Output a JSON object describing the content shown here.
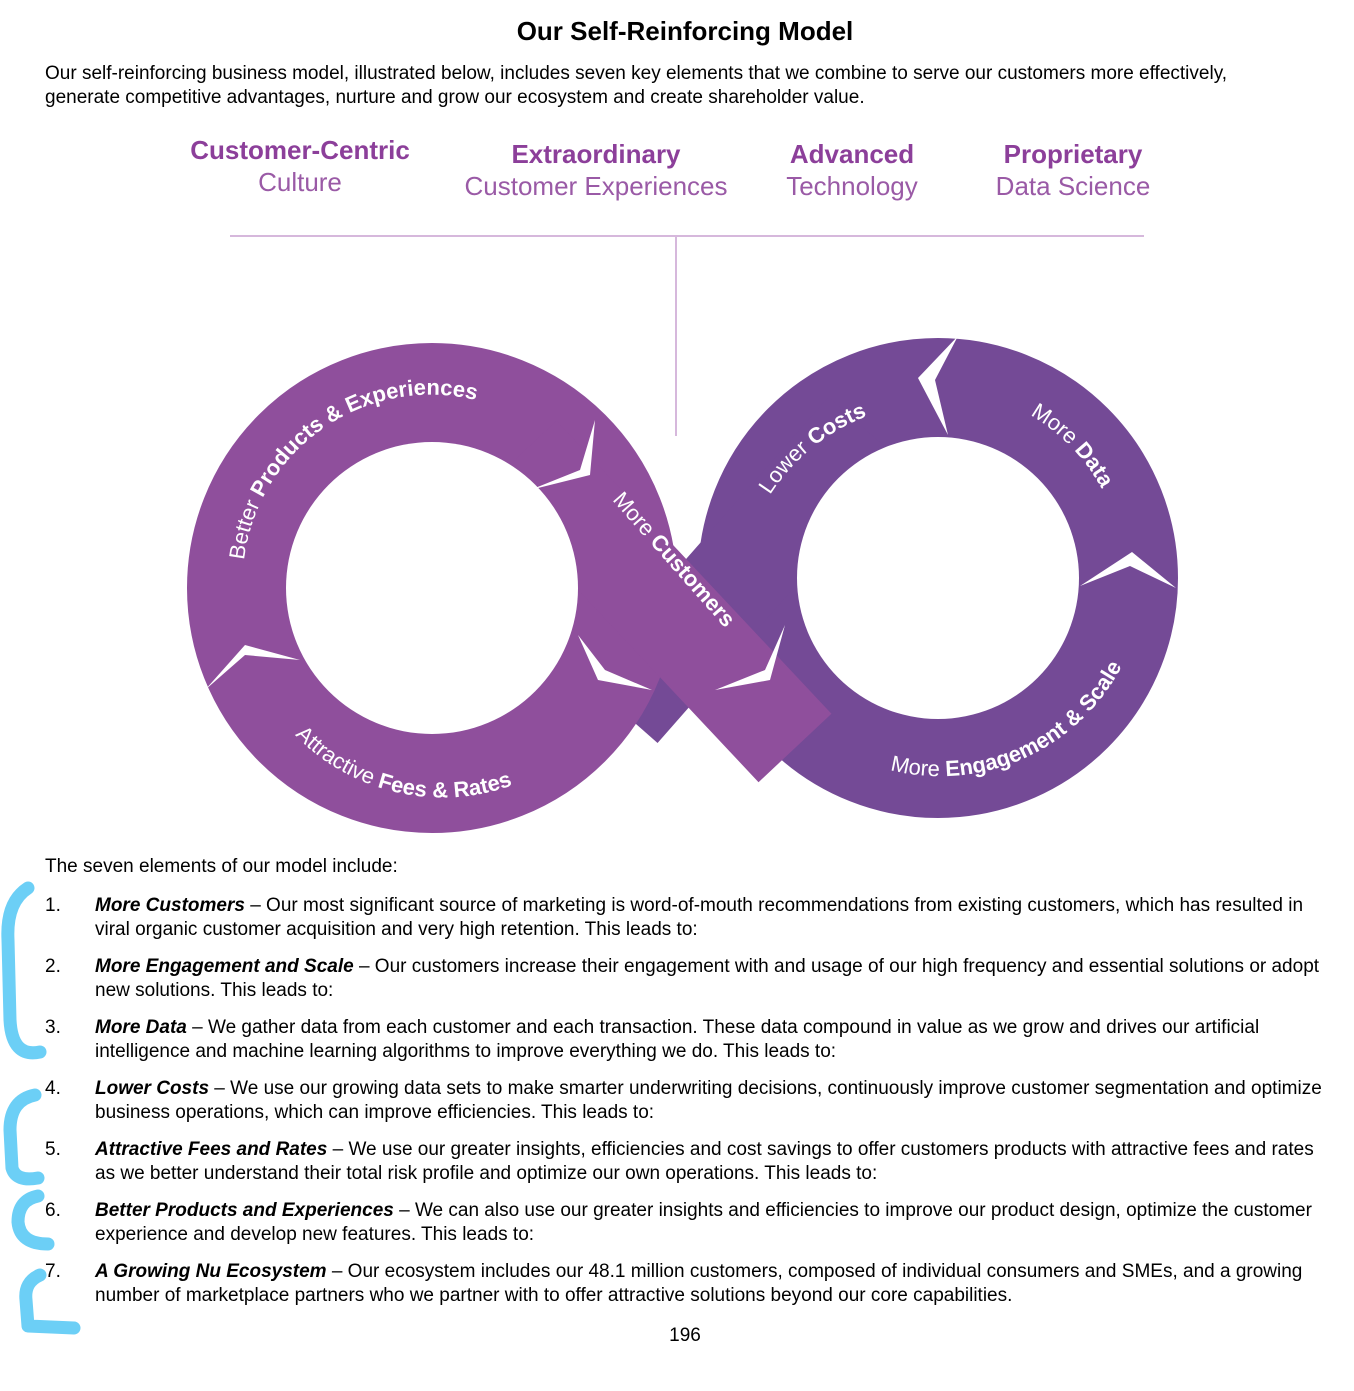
{
  "document": {
    "title": "Our Self-Reinforcing Model",
    "intro": "Our self-reinforcing business model, illustrated below, includes seven key elements that we combine to serve our customers more effectively, generate competitive advantages, nurture and grow our ecosystem and create shareholder value.",
    "list_lead": "The seven elements of our model include:",
    "page_number": "196"
  },
  "pillars": [
    {
      "bold": "Customer-Centric",
      "light": "Culture"
    },
    {
      "bold": "Extraordinary",
      "light": "Customer Experiences"
    },
    {
      "bold": "Advanced",
      "light": "Technology"
    },
    {
      "bold": "Proprietary",
      "light": "Data Science"
    }
  ],
  "diagram": {
    "segments": [
      {
        "pre": "More ",
        "bold": "Customers"
      },
      {
        "pre": "More ",
        "bold": "Engagement & Scale"
      },
      {
        "pre": "More ",
        "bold": "Data"
      },
      {
        "pre": "Lower ",
        "bold": "Costs"
      },
      {
        "pre": "Attractive ",
        "bold": "Fees & Rates"
      },
      {
        "pre": "Better ",
        "bold": "Products & Experiences"
      }
    ],
    "colors": {
      "left_loop": "#8f4f9c",
      "right_loop": "#744a96",
      "pillar_text": "#8c3f9a",
      "connector": "#d6b8dc"
    }
  },
  "elements": [
    {
      "num": "1.",
      "term": "More Customers",
      "text": " – Our most significant source of marketing is word-of-mouth recommendations from existing customers, which has resulted in viral organic customer acquisition and very high retention. This leads to:"
    },
    {
      "num": "2.",
      "term": "More Engagement and Scale",
      "text": " – Our customers increase their engagement with and usage of our high frequency and essential solutions or adopt new solutions. This leads to:"
    },
    {
      "num": "3.",
      "term": "More Data",
      "text": " – We gather data from each customer and each transaction. These data compound in value as we grow and drives our artificial intelligence and machine learning algorithms to improve everything we do. This leads to:"
    },
    {
      "num": "4.",
      "term": "Lower Costs",
      "text": " – We use our growing data sets to make smarter underwriting decisions, continuously improve customer segmentation and optimize business operations, which can improve efficiencies. This leads to:"
    },
    {
      "num": "5.",
      "term": "Attractive Fees and Rates",
      "text": " – We use our greater insights, efficiencies and cost savings to offer customers products with attractive fees and rates as we better understand their total risk profile and optimize our own operations. This leads to:"
    },
    {
      "num": "6.",
      "term": "Better Products and Experiences",
      "text": " – We can also use our greater insights and efficiencies to improve our product design, optimize the customer experience and develop new features. This leads to:"
    },
    {
      "num": "7.",
      "term": "A Growing Nu Ecosystem",
      "text": " – Our ecosystem includes our 48.1 million customers, composed of individual consumers and SMEs, and a growing number of marketplace partners who we partner with to offer attractive solutions beyond our core capabilities."
    }
  ],
  "annotation": {
    "color": "#6ccff6"
  }
}
